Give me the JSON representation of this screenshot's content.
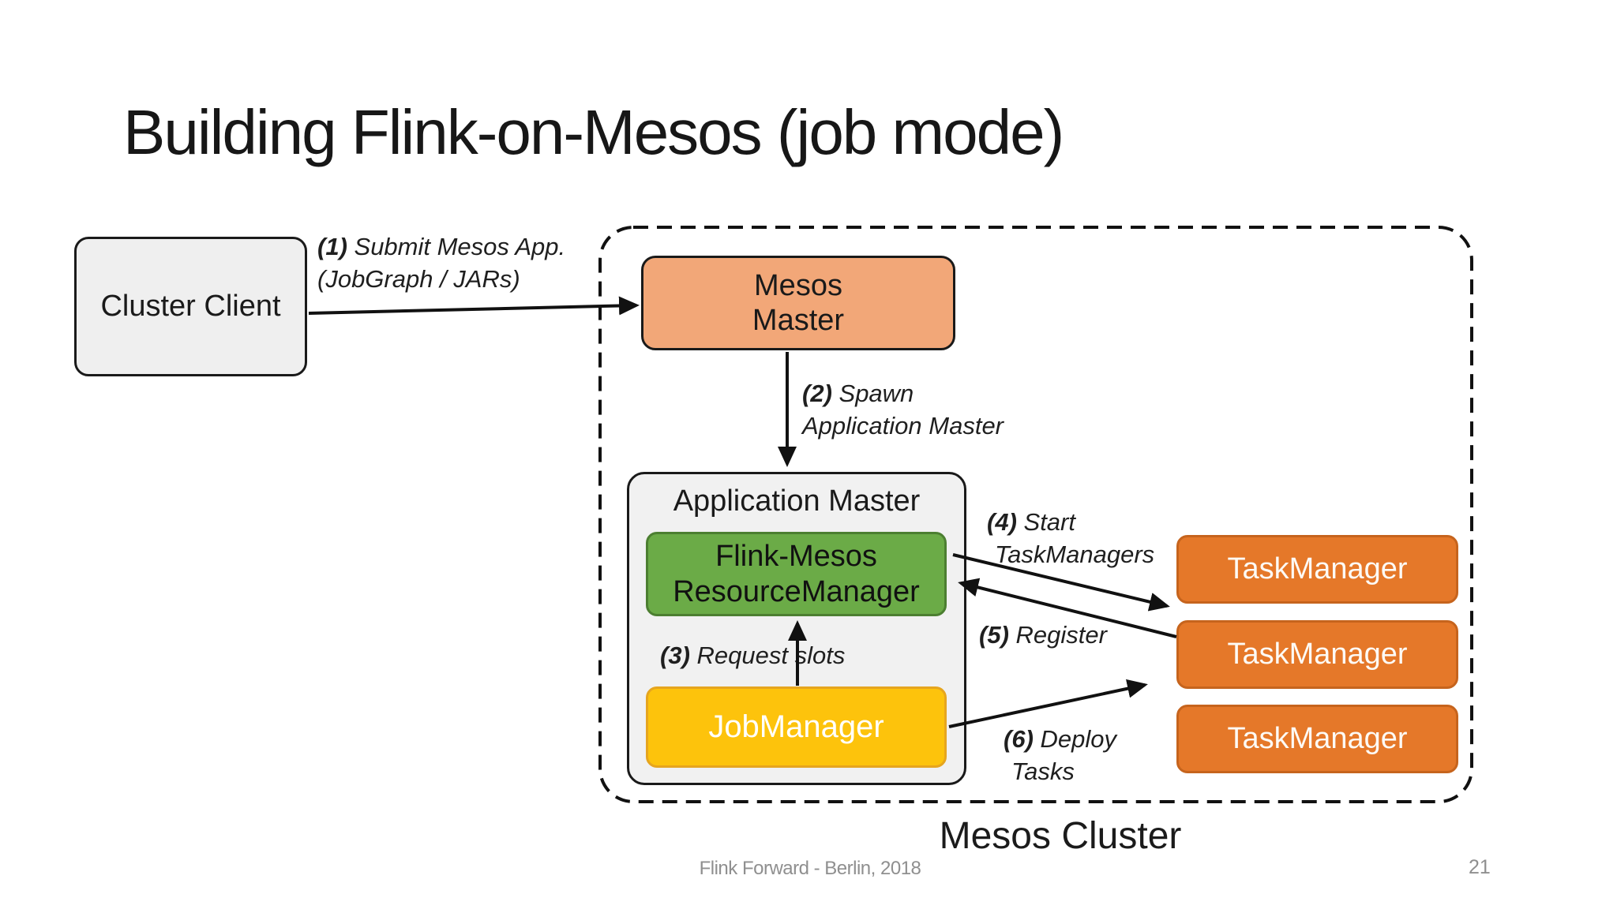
{
  "slide": {
    "title": "Building Flink-on-Mesos (job mode)",
    "footer_text": "Flink Forward - Berlin, 2018",
    "page_number": "21"
  },
  "diagram": {
    "cluster_label": "Mesos Cluster",
    "nodes": {
      "cluster_client": {
        "label": "Cluster Client"
      },
      "mesos_master": {
        "line1": "Mesos",
        "line2": "Master"
      },
      "application_master": {
        "title": "Application Master"
      },
      "resource_manager": {
        "line1": "Flink-Mesos",
        "line2": "ResourceManager"
      },
      "job_manager": {
        "label": "JobManager"
      },
      "task_managers": [
        {
          "label": "TaskManager"
        },
        {
          "label": "TaskManager"
        },
        {
          "label": "TaskManager"
        }
      ]
    },
    "edges": {
      "e1": {
        "num": "(1)",
        "line1": "Submit Mesos App.",
        "line2": "(JobGraph / JARs)"
      },
      "e2": {
        "num": "(2)",
        "line1": "Spawn",
        "line2": "Application Master"
      },
      "e3": {
        "num": "(3)",
        "text": "Request slots"
      },
      "e4": {
        "num": "(4)",
        "line1": "Start",
        "line2": "TaskManagers"
      },
      "e5": {
        "num": "(5)",
        "text": "Register"
      },
      "e6": {
        "num": "(6)",
        "line1": "Deploy",
        "line2": "Tasks"
      }
    },
    "colors": {
      "mesos_master_fill": "#F2A778",
      "resource_manager_fill": "#6BAB47",
      "resource_manager_border": "#4C7F31",
      "job_manager_fill": "#FDC30C",
      "job_manager_border": "#E6A51E",
      "task_manager_fill": "#E57829",
      "task_manager_border": "#C6641D",
      "neutral_box_fill": "#EFEFEF",
      "outline": "#1A1A1A",
      "footer_gray": "#8F8F8F"
    }
  }
}
